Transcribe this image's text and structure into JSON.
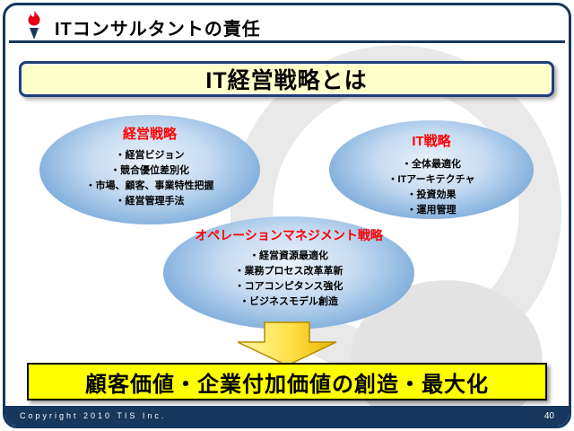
{
  "colors": {
    "navy": "#17375E",
    "title_box_bg": "#FFFFC9",
    "ellipse_blue_edge": "#3F7EC1",
    "ellipse_blue_center": "#EAF2FB",
    "accent_red": "#FF0000",
    "highlight_yellow": "#FFFF00",
    "arrow_yellow": "#FFE34D",
    "logo_red": "#E60012",
    "swoosh_gray": "#E7E7E7"
  },
  "header": {
    "title": "ITコンサルタントの責任",
    "logo_icon": "tis-flame-logo"
  },
  "title_box": {
    "text": "IT経営戦略とは"
  },
  "ellipses": [
    {
      "title": "経営戦略",
      "items": [
        "・経営ビジョン",
        "・競合優位差別化",
        "・市場、顧客、事業特性把握",
        "・経営管理手法"
      ]
    },
    {
      "title": "IT戦略",
      "items": [
        "・全体最適化",
        "・ITアーキテクチャ",
        "・投資効果",
        "・運用管理"
      ]
    },
    {
      "title": "オペレーションマネジメント戦略",
      "items": [
        "・経営資源最適化",
        "・業務プロセス改革革新",
        "・コアコンピタンス強化",
        "・ビジネスモデル創造"
      ]
    }
  ],
  "arrow_icon": "down-block-arrow",
  "bottom_box": {
    "text": "顧客価値・企業付加価値の創造・最大化"
  },
  "footer": {
    "copyright": "Copyright 2010 TIS Inc.",
    "page_number": "40"
  }
}
